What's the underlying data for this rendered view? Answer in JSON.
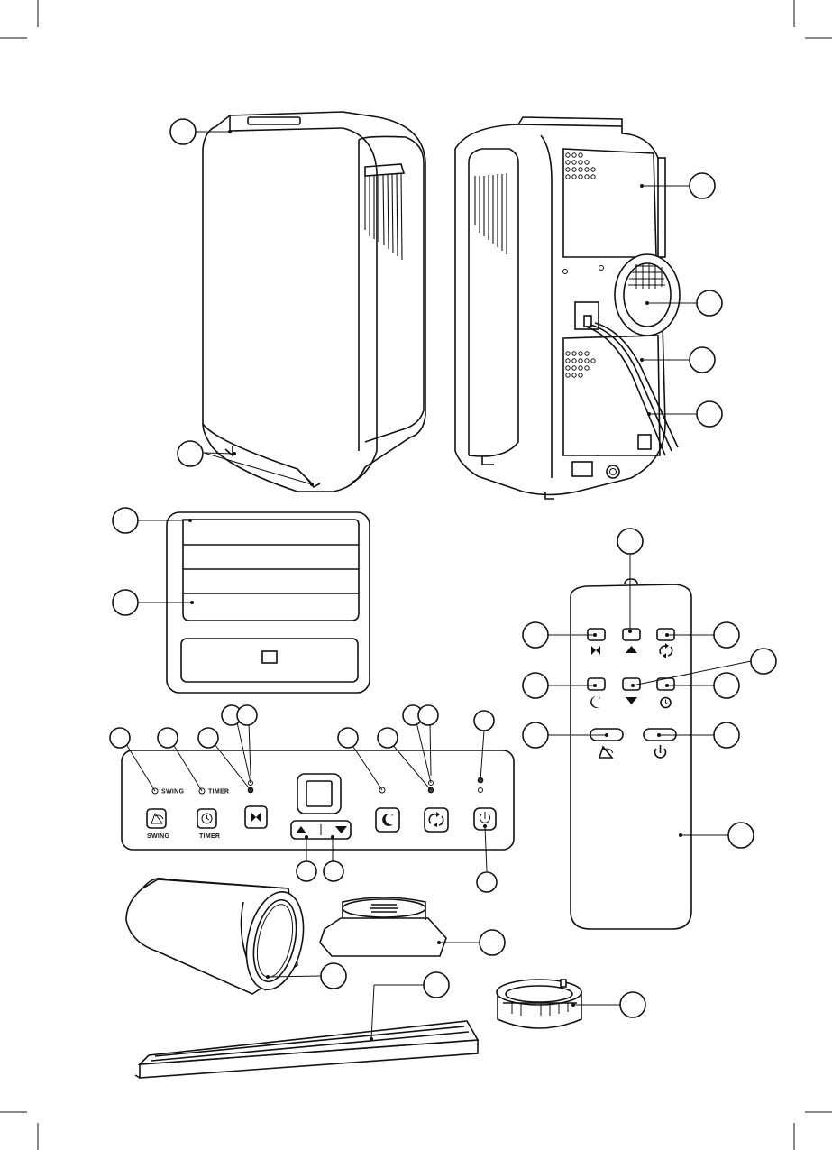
{
  "panel": {
    "swing_indicator_label": "SWING",
    "timer_indicator_label": "TIMER",
    "swing_button_label": "SWING",
    "timer_button_label": "TIMER"
  },
  "icons": [
    "fan-icon",
    "up-arrow-icon",
    "down-arrow-icon",
    "sleep-moon-icon",
    "recycle-mode-icon",
    "power-icon",
    "swing-icon",
    "timer-clock-icon"
  ]
}
